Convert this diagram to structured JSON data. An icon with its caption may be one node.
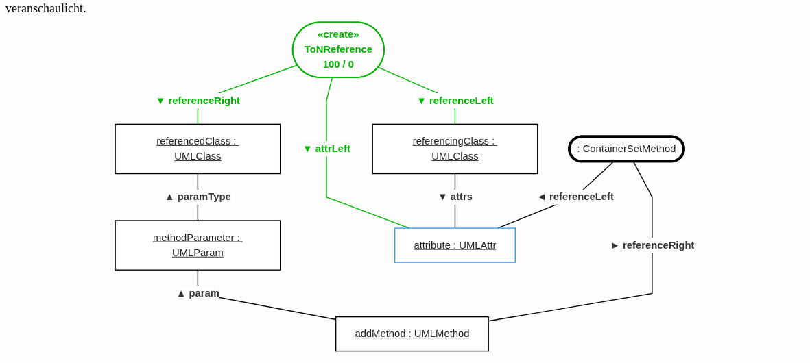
{
  "diagram": {
    "nodes": [
      {
        "text": [
          "«create»",
          "ToNReference",
          "100 / 0"
        ]
      },
      {
        "text": [
          "referencingClass : UMLClass"
        ]
      },
      {
        "text": [
          "referencedClass : UMLClass"
        ]
      },
      {
        "text": [
          "methodParameter : UMLParam"
        ]
      },
      {
        "text": [
          "attribute : UMLAttr"
        ]
      },
      {
        "text": [
          ": ContainerSetMethod"
        ]
      },
      {
        "text": [
          "addMethod : UMLMethod"
        ]
      }
    ],
    "edges": [
      {
        "from": 0,
        "to": 1,
        "arrow": "none",
        "label": "▼ referenceLeft",
        "color": "#00b400"
      },
      {
        "from": 0,
        "to": 2,
        "arrow": "none",
        "label": "▼ referenceRight",
        "color": "#00b400"
      },
      {
        "from": 0,
        "to": 4,
        "arrow": "none",
        "label": "▼ attrLeft",
        "color": "#00b400"
      },
      {
        "from": 1,
        "to": 4,
        "arrow": "none",
        "label": "▼ attrs"
      },
      {
        "from": 2,
        "to": 3,
        "arrow": "none",
        "label": "▲ paramType"
      },
      {
        "from": 3,
        "to": 6,
        "arrow": "none",
        "label": "▲ param"
      },
      {
        "from": 5,
        "to": 4,
        "arrow": "none",
        "label": "◄ referenceLeft"
      },
      {
        "from": 5,
        "to": 6,
        "arrow": "none",
        "label": "► referenceRight"
      }
    ],
    "labels": [
      "veranschaulicht."
    ]
  }
}
